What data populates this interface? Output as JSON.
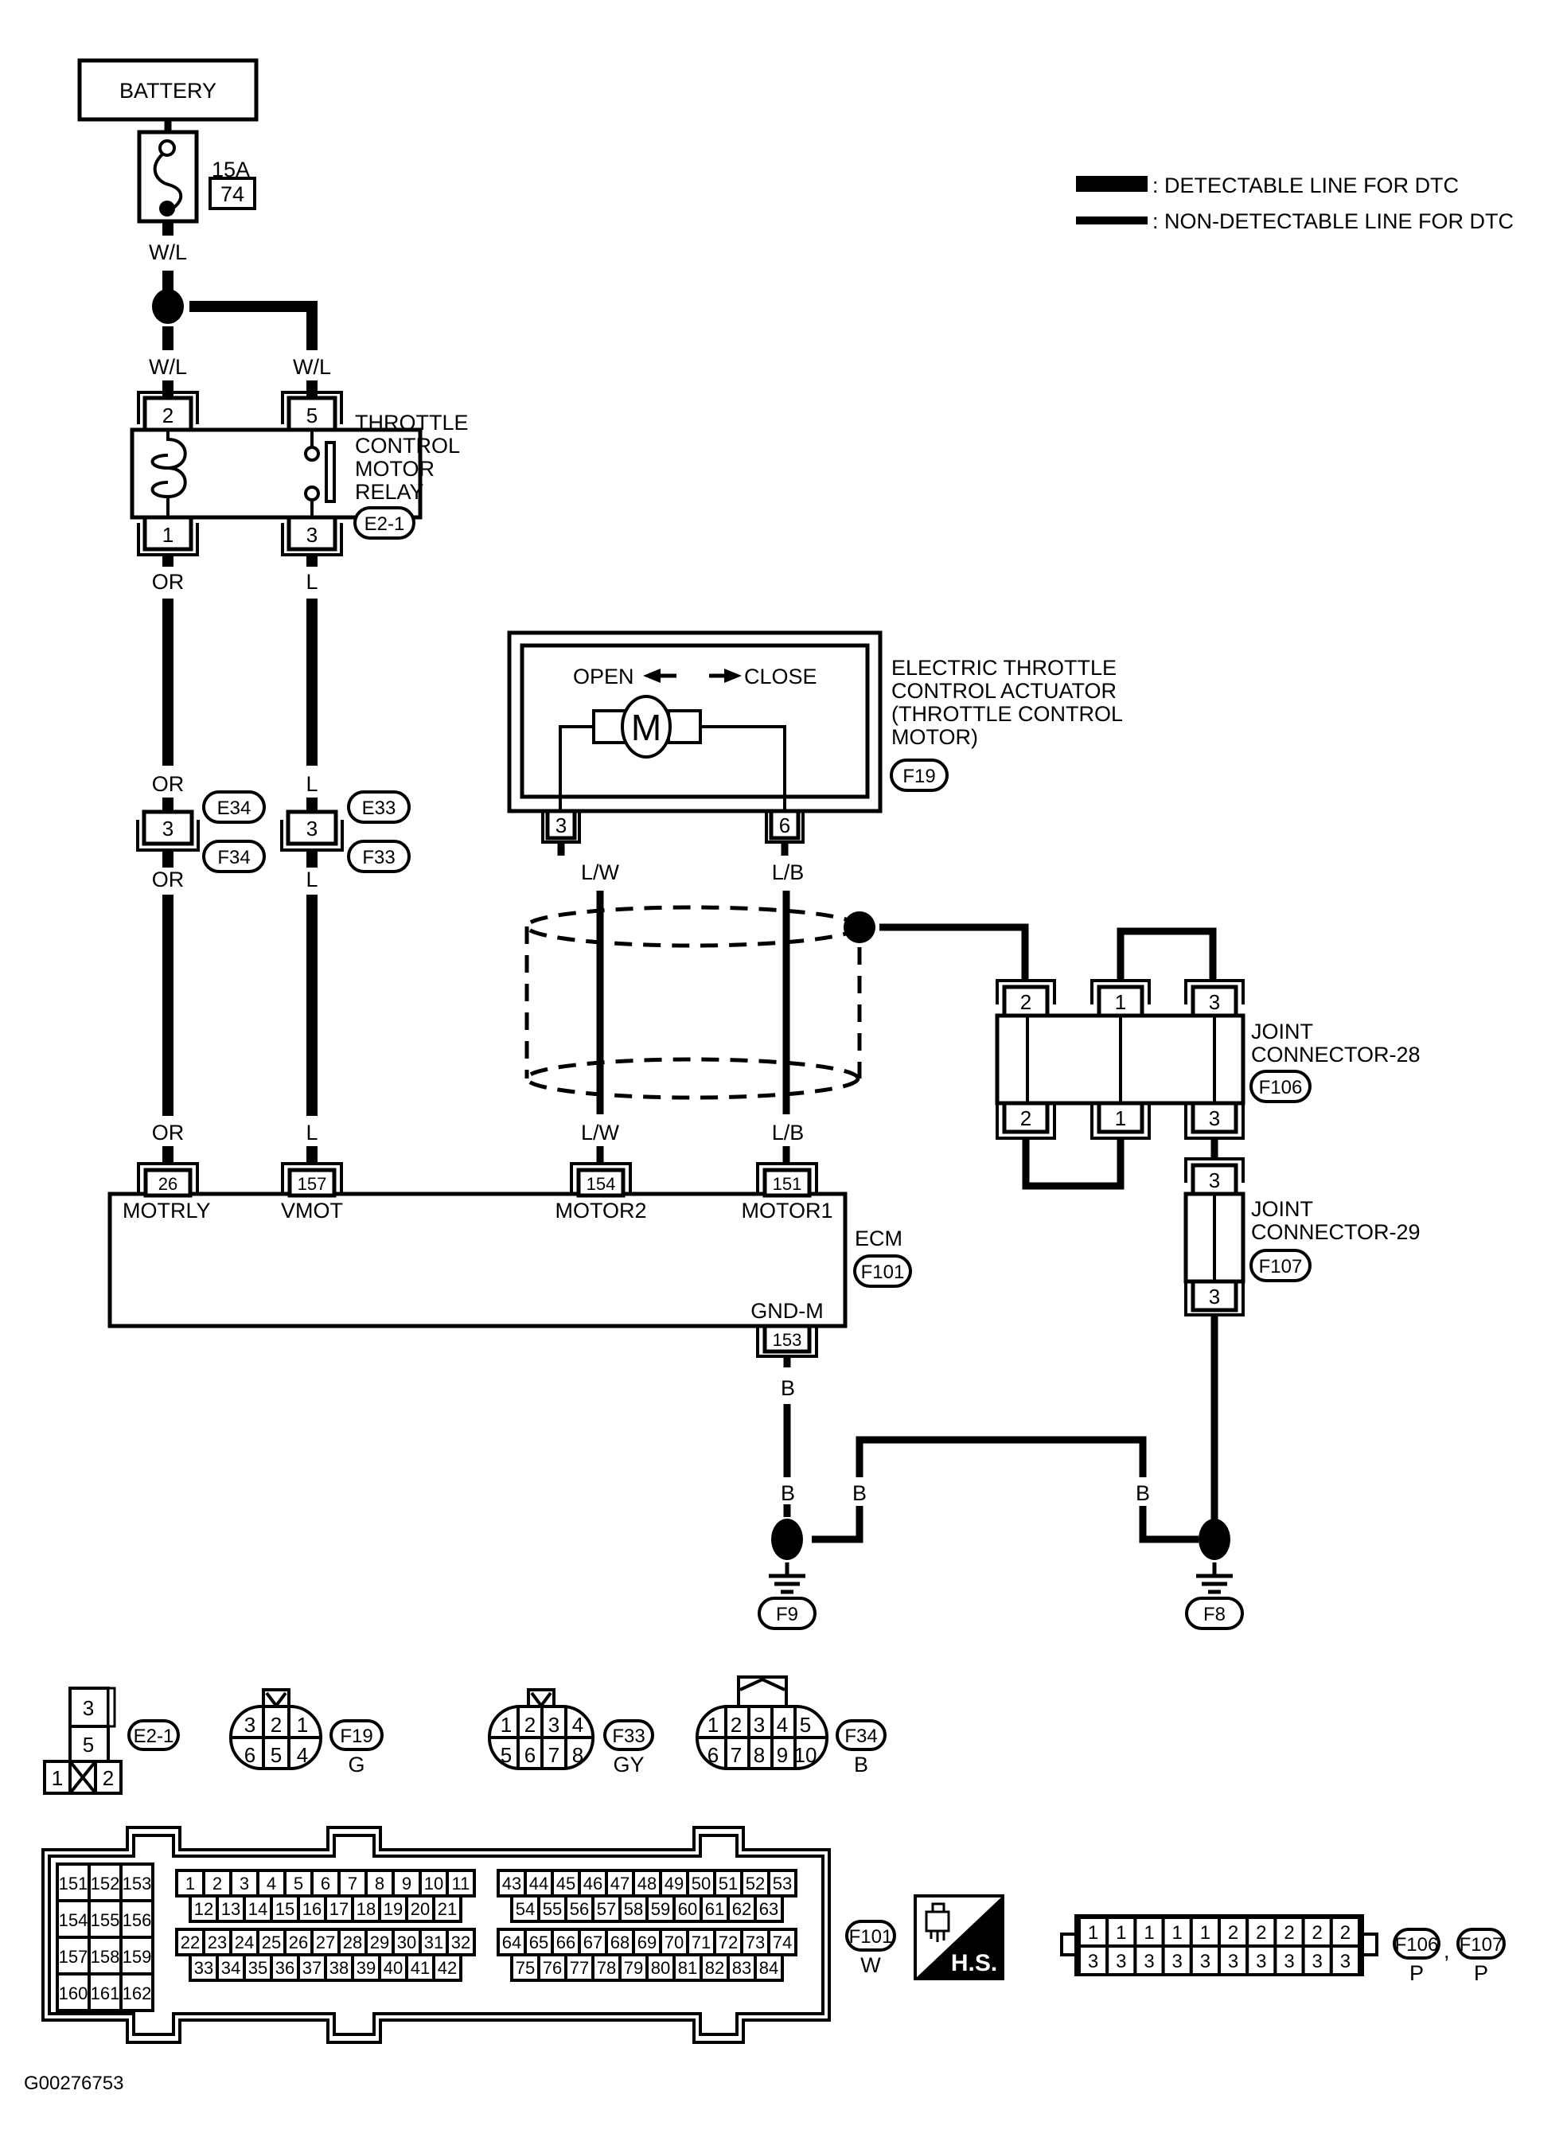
{
  "diagram_id": "G00276753",
  "legend": {
    "detectable": ": DETECTABLE LINE FOR DTC",
    "non_detectable": ": NON-DETECTABLE LINE FOR DTC"
  },
  "battery": {
    "label": "BATTERY"
  },
  "fuse": {
    "rating": "15A",
    "number": "74"
  },
  "wire_colors": {
    "battery_out": "W/L",
    "relay_pin2": "W/L",
    "relay_pin5": "W/L",
    "relay_pin1": "OR",
    "relay_pin3": "L",
    "e34_top": "OR",
    "f34_bottom": "OR",
    "e33_top": "L",
    "f33_bottom": "L",
    "ecm26": "OR",
    "ecm157": "L",
    "act3": "L/W",
    "act6": "L/B",
    "ecm154": "L/W",
    "ecm151": "L/B",
    "ecm153": "B",
    "f9_drop": "B",
    "f9_bridge": "B",
    "f8_bridge": "B"
  },
  "relay": {
    "title_lines": [
      "THROTTLE",
      "CONTROL",
      "MOTOR",
      "RELAY"
    ],
    "connector": "E2-1",
    "pins": {
      "top_left": "2",
      "top_right": "5",
      "bottom_left": "1",
      "bottom_right": "3"
    }
  },
  "inline_connectors": [
    {
      "pin": "3",
      "upper": "E34",
      "lower": "F34"
    },
    {
      "pin": "3",
      "upper": "E33",
      "lower": "F33"
    }
  ],
  "actuator": {
    "title_lines": [
      "ELECTRIC THROTTLE",
      "CONTROL ACTUATOR",
      "(THROTTLE CONTROL",
      " MOTOR)"
    ],
    "connector": "F19",
    "open_label": "OPEN",
    "close_label": "CLOSE",
    "motor_symbol": "M",
    "pins": [
      "3",
      "6"
    ]
  },
  "ecm": {
    "name": "ECM",
    "connector": "F101",
    "terminals": [
      {
        "pin": "26",
        "name": "MOTRLY"
      },
      {
        "pin": "157",
        "name": "VMOT"
      },
      {
        "pin": "154",
        "name": "MOTOR2"
      },
      {
        "pin": "151",
        "name": "MOTOR1"
      }
    ],
    "ground_terminal": {
      "pin": "153",
      "name": "GND-M"
    }
  },
  "joint_connector_28": {
    "title_lines": [
      "JOINT",
      "CONNECTOR-28"
    ],
    "connector": "F106",
    "top_pins": [
      "2",
      "1",
      "3"
    ],
    "bottom_pins": [
      "2",
      "1",
      "3"
    ]
  },
  "joint_connector_29": {
    "title_lines": [
      "JOINT",
      "CONNECTOR-29"
    ],
    "connector": "F107",
    "pins": [
      "3",
      "3"
    ]
  },
  "grounds": [
    {
      "id": "F9"
    },
    {
      "id": "F8"
    }
  ],
  "connector_views": {
    "e21": {
      "id": "E2-1",
      "pins_col": [
        "3",
        "5"
      ],
      "pins_row": [
        "1",
        "2"
      ]
    },
    "f19": {
      "id": "F19",
      "color": "G",
      "rows": [
        [
          "3",
          "2",
          "1"
        ],
        [
          "6",
          "5",
          "4"
        ]
      ]
    },
    "f33": {
      "id": "F33",
      "color": "GY",
      "rows": [
        [
          "1",
          "2",
          "3",
          "4"
        ],
        [
          "5",
          "6",
          "7",
          "8"
        ]
      ]
    },
    "f34": {
      "id": "F34",
      "color": "B",
      "rows": [
        [
          "1",
          "2",
          "3",
          "4",
          "5"
        ],
        [
          "6",
          "7",
          "8",
          "9",
          "10"
        ]
      ]
    },
    "f101": {
      "id": "F101",
      "color": "W",
      "block_a": [
        [
          "151",
          "152",
          "153"
        ],
        [
          "154",
          "155",
          "156"
        ],
        [
          "157",
          "158",
          "159"
        ],
        [
          "160",
          "161",
          "162"
        ]
      ],
      "block_b": [
        [
          "1",
          "2",
          "3",
          "4",
          "5",
          "6",
          "7",
          "8",
          "9",
          "10",
          "11"
        ],
        [
          "12",
          "13",
          "14",
          "15",
          "16",
          "17",
          "18",
          "19",
          "20",
          "21"
        ],
        [
          "22",
          "23",
          "24",
          "25",
          "26",
          "27",
          "28",
          "29",
          "30",
          "31",
          "32"
        ],
        [
          "33",
          "34",
          "35",
          "36",
          "37",
          "38",
          "39",
          "40",
          "41",
          "42"
        ]
      ],
      "block_c": [
        [
          "43",
          "44",
          "45",
          "46",
          "47",
          "48",
          "49",
          "50",
          "51",
          "52",
          "53"
        ],
        [
          "54",
          "55",
          "56",
          "57",
          "58",
          "59",
          "60",
          "61",
          "62",
          "63"
        ],
        [
          "64",
          "65",
          "66",
          "67",
          "68",
          "69",
          "70",
          "71",
          "72",
          "73",
          "74"
        ],
        [
          "75",
          "76",
          "77",
          "78",
          "79",
          "80",
          "81",
          "82",
          "83",
          "84"
        ]
      ]
    },
    "hs_badge": "H.S.",
    "f106_f107": {
      "ids": [
        "F106",
        "F107"
      ],
      "colors": [
        "P",
        "P"
      ],
      "separator": ",",
      "rows": [
        [
          "1",
          "1",
          "1",
          "1",
          "1",
          "2",
          "2",
          "2",
          "2",
          "2"
        ],
        [
          "3",
          "3",
          "3",
          "3",
          "3",
          "3",
          "3",
          "3",
          "3",
          "3"
        ]
      ]
    }
  }
}
